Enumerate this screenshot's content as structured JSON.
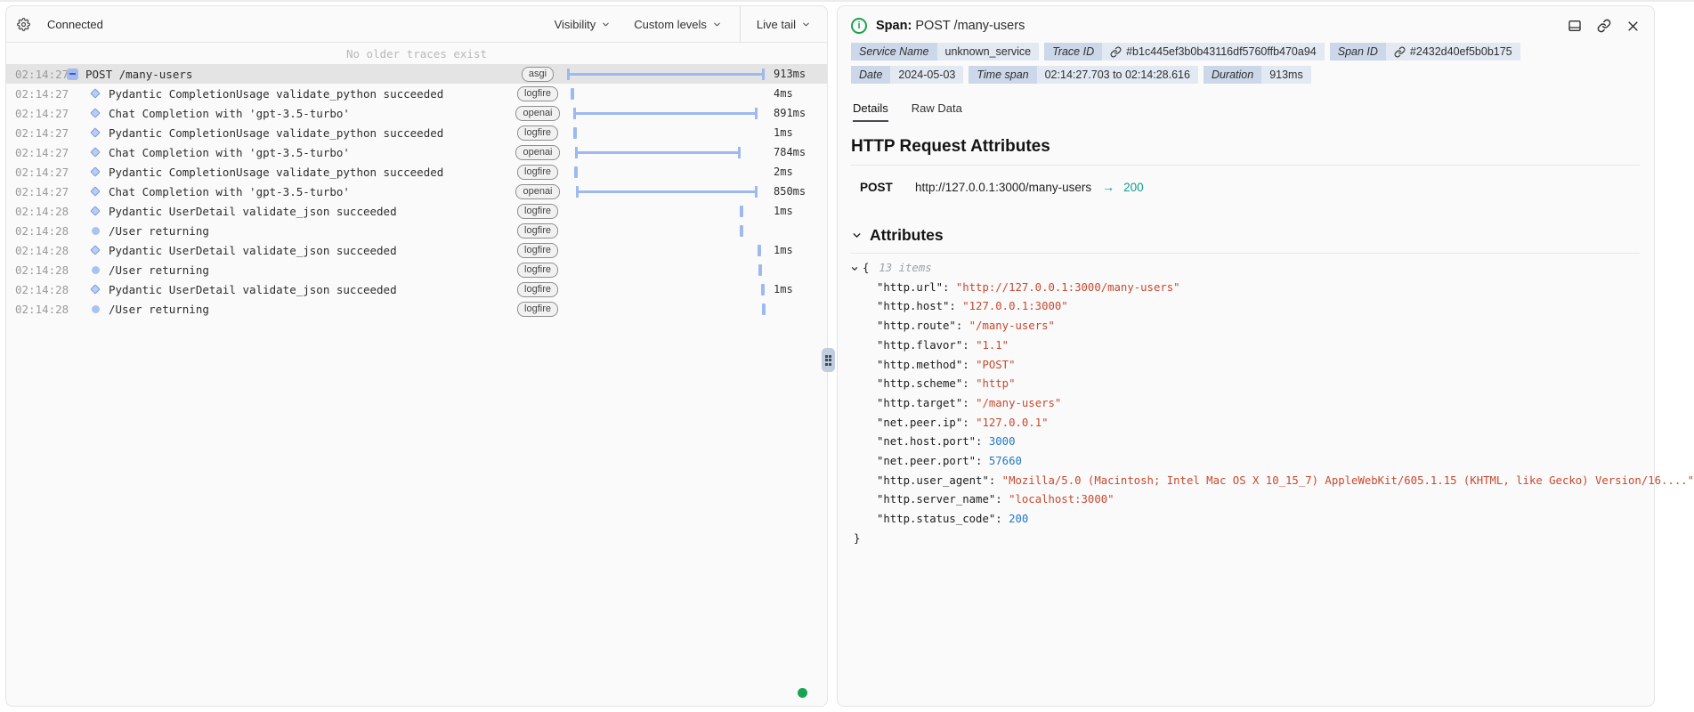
{
  "colors": {
    "accent_blue_bar": "#9db9ef",
    "green": "#19a44f",
    "teal": "#0d9e8b",
    "string_red": "#c7492f",
    "number_blue": "#2577c8",
    "chip_label_bg": "#ccd8e9",
    "chip_value_bg": "#e3e9f2"
  },
  "left_panel": {
    "status": "Connected",
    "toolbar": {
      "visibility": "Visibility",
      "custom_levels": "Custom levels",
      "live_tail": "Live tail"
    },
    "banner": "No older traces exist",
    "rows": [
      {
        "time": "02:14:27",
        "icon": "collapse",
        "child": false,
        "selected": true,
        "label": "POST /many-users",
        "badge": "asgi",
        "bar": {
          "kind": "span",
          "start": 0,
          "end": 100
        },
        "duration": "913ms"
      },
      {
        "time": "02:14:27",
        "icon": "diamond",
        "child": true,
        "label": "Pydantic CompletionUsage validate_python succeeded",
        "badge": "logfire",
        "bar": {
          "kind": "tick",
          "start": 2
        },
        "duration": "4ms"
      },
      {
        "time": "02:14:27",
        "icon": "diamond",
        "child": true,
        "label": "Chat Completion with 'gpt-3.5-turbo'",
        "badge": "openai",
        "bar": {
          "kind": "span",
          "start": 3,
          "end": 96.5
        },
        "duration": "891ms"
      },
      {
        "time": "02:14:27",
        "icon": "diamond",
        "child": true,
        "label": "Pydantic CompletionUsage validate_python succeeded",
        "badge": "logfire",
        "bar": {
          "kind": "tick",
          "start": 3
        },
        "duration": "1ms"
      },
      {
        "time": "02:14:27",
        "icon": "diamond",
        "child": true,
        "label": "Chat Completion with 'gpt-3.5-turbo'",
        "badge": "openai",
        "bar": {
          "kind": "span",
          "start": 4,
          "end": 88
        },
        "duration": "784ms"
      },
      {
        "time": "02:14:27",
        "icon": "diamond",
        "child": true,
        "label": "Pydantic CompletionUsage validate_python succeeded",
        "badge": "logfire",
        "bar": {
          "kind": "tick",
          "start": 3.5
        },
        "duration": "2ms"
      },
      {
        "time": "02:14:27",
        "icon": "diamond",
        "child": true,
        "label": "Chat Completion with 'gpt-3.5-turbo'",
        "badge": "openai",
        "bar": {
          "kind": "span",
          "start": 4.5,
          "end": 96.5
        },
        "duration": "850ms"
      },
      {
        "time": "02:14:28",
        "icon": "diamond",
        "child": true,
        "label": "Pydantic UserDetail validate_json succeeded",
        "badge": "logfire",
        "bar": {
          "kind": "tick",
          "start": 87.5
        },
        "duration": "1ms"
      },
      {
        "time": "02:14:28",
        "icon": "circle",
        "child": true,
        "label": "/User returning",
        "badge": "logfire",
        "bar": {
          "kind": "tick",
          "start": 87.5
        },
        "duration": ""
      },
      {
        "time": "02:14:28",
        "icon": "diamond",
        "child": true,
        "label": "Pydantic UserDetail validate_json succeeded",
        "badge": "logfire",
        "bar": {
          "kind": "tick",
          "start": 96.5
        },
        "duration": "1ms"
      },
      {
        "time": "02:14:28",
        "icon": "circle",
        "child": true,
        "label": "/User returning",
        "badge": "logfire",
        "bar": {
          "kind": "tick",
          "start": 97
        },
        "duration": ""
      },
      {
        "time": "02:14:28",
        "icon": "diamond",
        "child": true,
        "label": "Pydantic UserDetail validate_json succeeded",
        "badge": "logfire",
        "bar": {
          "kind": "tick",
          "start": 98.2
        },
        "duration": "1ms"
      },
      {
        "time": "02:14:28",
        "icon": "circle",
        "child": true,
        "label": "/User returning",
        "badge": "logfire",
        "bar": {
          "kind": "tick",
          "start": 98.6
        },
        "duration": ""
      }
    ]
  },
  "right_panel": {
    "title_prefix": "Span:",
    "title": "POST /many-users",
    "chips": [
      {
        "label": "Service Name",
        "value": "unknown_service",
        "link": false
      },
      {
        "label": "Trace ID",
        "value": "#b1c445ef3b0b43116df5760ffb470a94",
        "link": true
      },
      {
        "label": "Span ID",
        "value": "#2432d40ef5b0b175",
        "link": true
      },
      {
        "label": "Date",
        "value": "2024-05-03",
        "link": false
      },
      {
        "label": "Time span",
        "value": "02:14:27.703 to 02:14:28.616",
        "link": false
      },
      {
        "label": "Duration",
        "value": "913ms",
        "link": false
      }
    ],
    "tabs": [
      {
        "label": "Details"
      },
      {
        "label": "Raw Data"
      }
    ],
    "section_title": "HTTP Request Attributes",
    "request": {
      "method": "POST",
      "url": "http://127.0.0.1:3000/many-users",
      "arrow": "→",
      "status": "200"
    },
    "attributes": {
      "heading": "Attributes",
      "open_brace": "{",
      "items_count": "13 items",
      "close_brace": "}",
      "items": [
        {
          "key": "http.url",
          "type": "string",
          "value": "http://127.0.0.1:3000/many-users"
        },
        {
          "key": "http.host",
          "type": "string",
          "value": "127.0.0.1:3000"
        },
        {
          "key": "http.route",
          "type": "string",
          "value": "/many-users"
        },
        {
          "key": "http.flavor",
          "type": "string",
          "value": "1.1"
        },
        {
          "key": "http.method",
          "type": "string",
          "value": "POST"
        },
        {
          "key": "http.scheme",
          "type": "string",
          "value": "http"
        },
        {
          "key": "http.target",
          "type": "string",
          "value": "/many-users"
        },
        {
          "key": "net.peer.ip",
          "type": "string",
          "value": "127.0.0.1"
        },
        {
          "key": "net.host.port",
          "type": "number",
          "value": "3000"
        },
        {
          "key": "net.peer.port",
          "type": "number",
          "value": "57660"
        },
        {
          "key": "http.user_agent",
          "type": "string",
          "value": "Mozilla/5.0 (Macintosh; Intel Mac OS X 10_15_7) AppleWebKit/605.1.15 (KHTML, like Gecko) Version/16...."
        },
        {
          "key": "http.server_name",
          "type": "string",
          "value": "localhost:3000"
        },
        {
          "key": "http.status_code",
          "type": "number",
          "value": "200"
        }
      ]
    }
  }
}
